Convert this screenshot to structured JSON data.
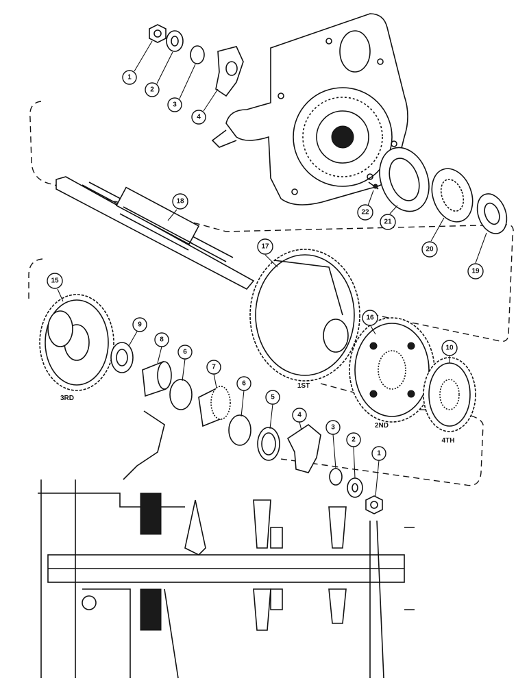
{
  "callouts": [
    {
      "id": "c1a",
      "text": "1"
    },
    {
      "id": "c2a",
      "text": "2"
    },
    {
      "id": "c3a",
      "text": "3"
    },
    {
      "id": "c4a",
      "text": "4"
    },
    {
      "id": "c18",
      "text": "18"
    },
    {
      "id": "c17",
      "text": "17"
    },
    {
      "id": "c15",
      "text": "15"
    },
    {
      "id": "c9",
      "text": "9"
    },
    {
      "id": "c8",
      "text": "8"
    },
    {
      "id": "c6a",
      "text": "6"
    },
    {
      "id": "c7",
      "text": "7"
    },
    {
      "id": "c6b",
      "text": "6"
    },
    {
      "id": "c5",
      "text": "5"
    },
    {
      "id": "c4b",
      "text": "4"
    },
    {
      "id": "c3b",
      "text": "3"
    },
    {
      "id": "c2b",
      "text": "2"
    },
    {
      "id": "c1b",
      "text": "1"
    },
    {
      "id": "c16",
      "text": "16"
    },
    {
      "id": "c10",
      "text": "10"
    },
    {
      "id": "c22",
      "text": "22"
    },
    {
      "id": "c21",
      "text": "21"
    },
    {
      "id": "c20",
      "text": "20"
    },
    {
      "id": "c19",
      "text": "19"
    }
  ],
  "gear_labels": {
    "third": "3RD",
    "first": "1ST",
    "second": "2ND",
    "fourth": "4TH"
  }
}
